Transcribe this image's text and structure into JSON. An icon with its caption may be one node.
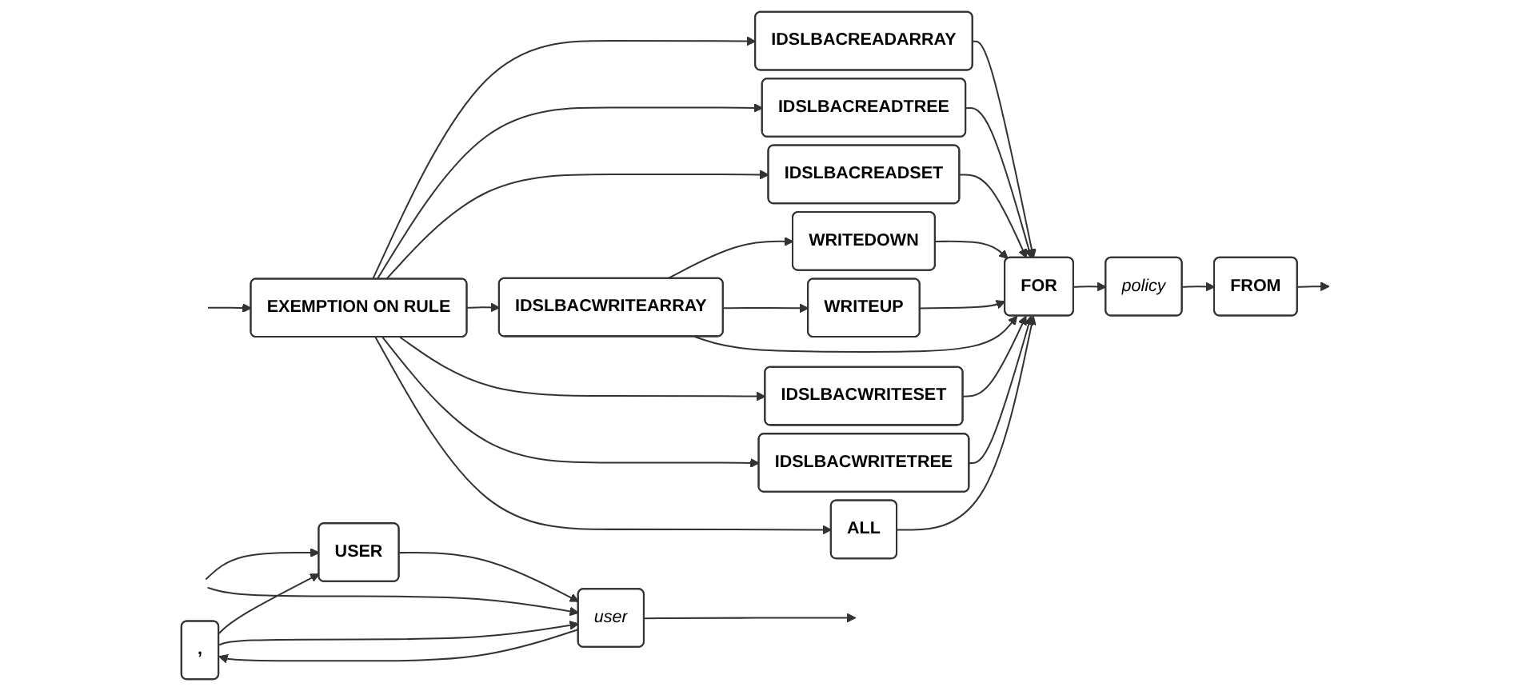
{
  "diagram": {
    "nodes": [
      {
        "text": [
          "EXEMPTION ON RULE"
        ]
      },
      {
        "text": [
          "IDSLBACREADARRAY"
        ]
      },
      {
        "text": [
          "IDSLBACREADTREE"
        ]
      },
      {
        "text": [
          "IDSLBACREADSET"
        ]
      },
      {
        "text": [
          "IDSLBACWRITEARRAY"
        ]
      },
      {
        "text": [
          "WRITEDOWN"
        ]
      },
      {
        "text": [
          "WRITEUP"
        ]
      },
      {
        "text": [
          "IDSLBACWRITESET"
        ]
      },
      {
        "text": [
          "IDSLBACWRITETREE"
        ]
      },
      {
        "text": [
          "ALL"
        ]
      },
      {
        "text": [
          "FOR"
        ]
      },
      {
        "text": [
          "policy"
        ]
      },
      {
        "text": [
          "FROM"
        ]
      },
      {
        "text": [
          ","
        ]
      },
      {
        "text": [
          "USER"
        ]
      },
      {
        "text": [
          "user"
        ]
      }
    ],
    "edges": [
      {
        "from": null,
        "to": 0,
        "arrow": "to"
      },
      {
        "from": 0,
        "to": 1,
        "arrow": "to"
      },
      {
        "from": 0,
        "to": 2,
        "arrow": "to"
      },
      {
        "from": 0,
        "to": 3,
        "arrow": "to"
      },
      {
        "from": 0,
        "to": 4,
        "arrow": "to"
      },
      {
        "from": 0,
        "to": 7,
        "arrow": "to"
      },
      {
        "from": 0,
        "to": 8,
        "arrow": "to"
      },
      {
        "from": 0,
        "to": 9,
        "arrow": "to"
      },
      {
        "from": 4,
        "to": 5,
        "arrow": "to"
      },
      {
        "from": 4,
        "to": 6,
        "arrow": "to"
      },
      {
        "from": 1,
        "to": 10,
        "arrow": "to"
      },
      {
        "from": 2,
        "to": 10,
        "arrow": "to"
      },
      {
        "from": 3,
        "to": 10,
        "arrow": "to"
      },
      {
        "from": 4,
        "to": 10,
        "arrow": "to"
      },
      {
        "from": 5,
        "to": 10,
        "arrow": "to"
      },
      {
        "from": 6,
        "to": 10,
        "arrow": "to"
      },
      {
        "from": 7,
        "to": 10,
        "arrow": "to"
      },
      {
        "from": 8,
        "to": 10,
        "arrow": "to"
      },
      {
        "from": 9,
        "to": 10,
        "arrow": "to"
      },
      {
        "from": 10,
        "to": 11,
        "arrow": "to"
      },
      {
        "from": 11,
        "to": 12,
        "arrow": "to"
      },
      {
        "from": 12,
        "to": null,
        "arrow": "to"
      },
      {
        "from": null,
        "to": 14,
        "arrow": "to"
      },
      {
        "from": null,
        "to": 15,
        "arrow": "to"
      },
      {
        "from": 14,
        "to": 15,
        "arrow": "to"
      },
      {
        "from": 15,
        "to": 13,
        "arrow": "to"
      },
      {
        "from": 13,
        "to": 14,
        "arrow": "to"
      },
      {
        "from": 13,
        "to": 15,
        "arrow": "to"
      },
      {
        "from": 15,
        "to": null,
        "arrow": "to"
      }
    ]
  }
}
